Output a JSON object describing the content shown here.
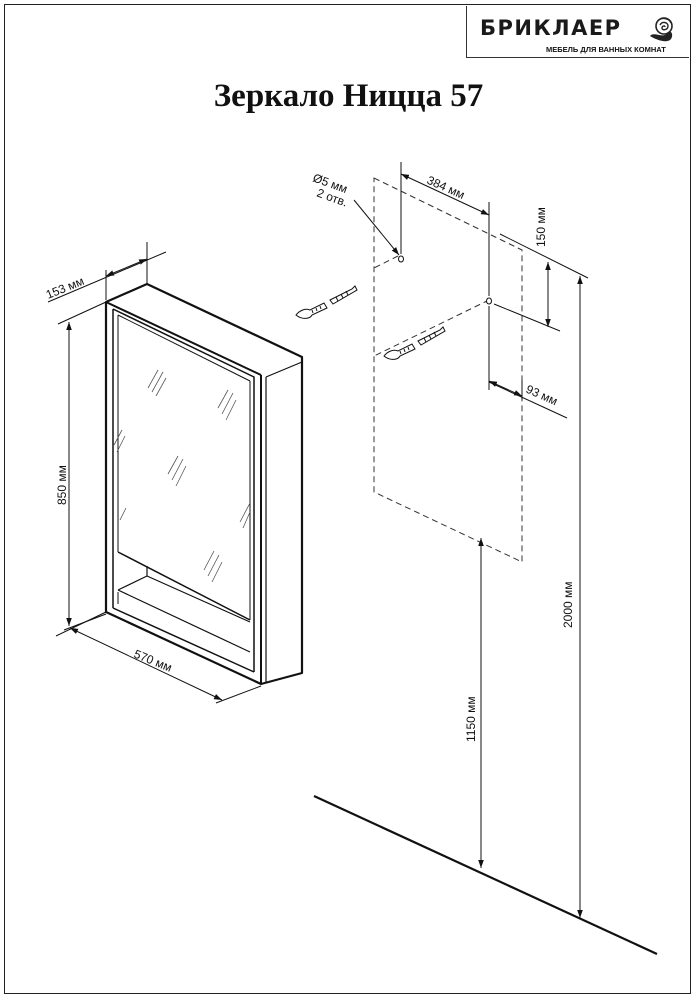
{
  "header": {
    "brand": "БРИКЛАЕР",
    "brand_sub": "МЕБЕЛЬ ДЛЯ ВАННЫХ КОМНАТ",
    "logo_icon": "rose-icon"
  },
  "title": "Зеркало Ницца 57",
  "dimensions": {
    "depth": "153 мм",
    "height": "850 мм",
    "width": "570 мм",
    "hole_diameter": "Ø5 мм",
    "hole_count": "2 отв.",
    "hole_spacing": "384 мм",
    "hole_top_offset": "150 мм",
    "hole_side_offset": "93 мм",
    "mount_height": "2000 мм",
    "bottom_height": "1150 мм"
  }
}
